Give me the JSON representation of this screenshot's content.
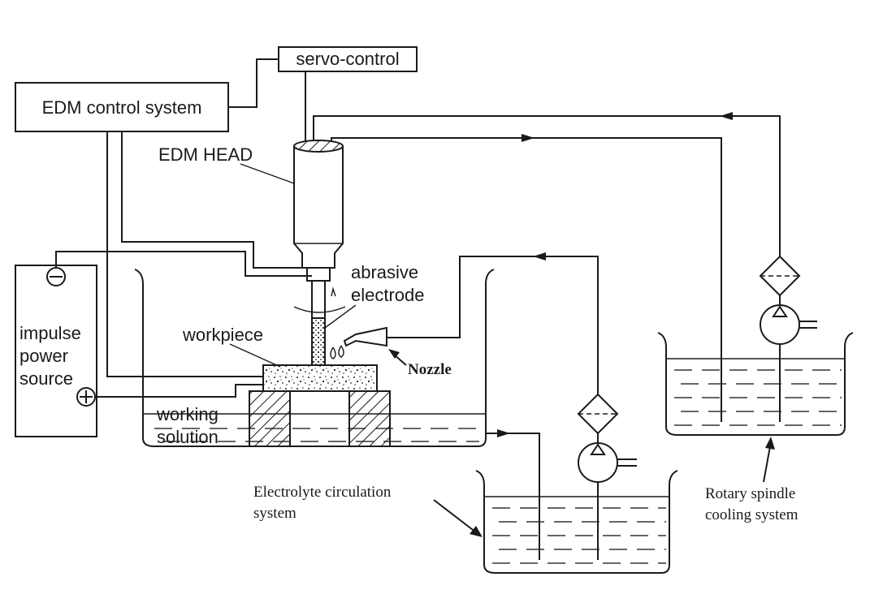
{
  "labels": {
    "servo_control": "servo-control",
    "edm_control_system": "EDM control system",
    "edm_head": "EDM HEAD",
    "abrasive": "abrasive",
    "electrode": "electrode",
    "workpiece": "workpiece",
    "nozzle": "Nozzle",
    "impulse": "impulse",
    "power": "power",
    "source": "source",
    "working": "working",
    "solution": "solution",
    "electrolyte_line1": "Electrolyte circulation",
    "electrolyte_line2": "system",
    "rotary_line1": "Rotary spindle",
    "rotary_line2": "cooling system"
  },
  "icons": {
    "negative_terminal": "minus-circle-icon",
    "positive_terminal": "plus-circle-icon",
    "filter": "filter-diamond-icon",
    "pump": "pump-icon",
    "flow_arrow": "arrowhead-icon"
  }
}
